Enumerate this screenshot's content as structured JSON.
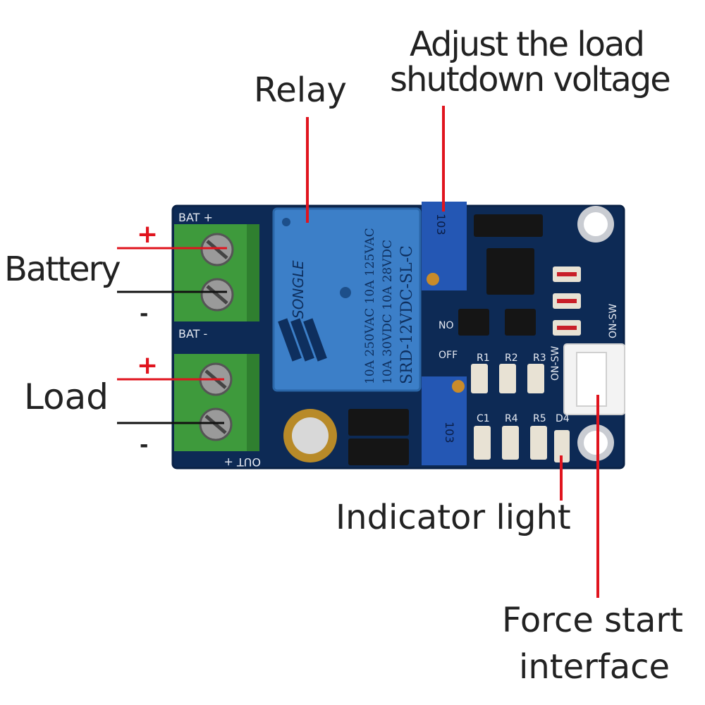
{
  "callouts": {
    "relay": "Relay",
    "adjust_line1": "Adjust the load",
    "adjust_line2": "shutdown voltage",
    "battery": "Battery",
    "load": "Load",
    "indicator_light": "Indicator light",
    "force_start_line1": "Force start",
    "force_start_line2": "interface",
    "battery_plus": "+",
    "battery_minus": "-",
    "load_plus": "+",
    "load_minus": "-"
  },
  "board": {
    "silk_bat_top": "BAT +",
    "silk_bat_mid": "BAT -",
    "silk_out": "OUT +",
    "silk_no": "NO",
    "silk_off": "OFF",
    "silk_on_sw": "ON-SW",
    "silk_on_sw_right": "ON-SW",
    "silk_r1": "R1",
    "silk_r2": "R2",
    "silk_r3": "R3",
    "silk_r4": "R4",
    "silk_r5": "R5",
    "silk_c1": "C1",
    "silk_d4": "D4",
    "pot_top_code": "103",
    "pot_bottom_code": "103",
    "relay_brand": "SONGLE",
    "relay_rating1": "10A 250VAC 10A 125VAC",
    "relay_rating2": "10A 30VDC 10A 28VDC",
    "relay_model": "SRD-12VDC-SL-C"
  },
  "colors": {
    "board": "#0d2a55",
    "terminal_green": "#3e9a3c",
    "relay_blue": "#3c7fc8",
    "pot_blue": "#2457b4",
    "callout_line_red": "#e0141e",
    "callout_line_black": "#111111",
    "sign_red": "#e0141e"
  }
}
